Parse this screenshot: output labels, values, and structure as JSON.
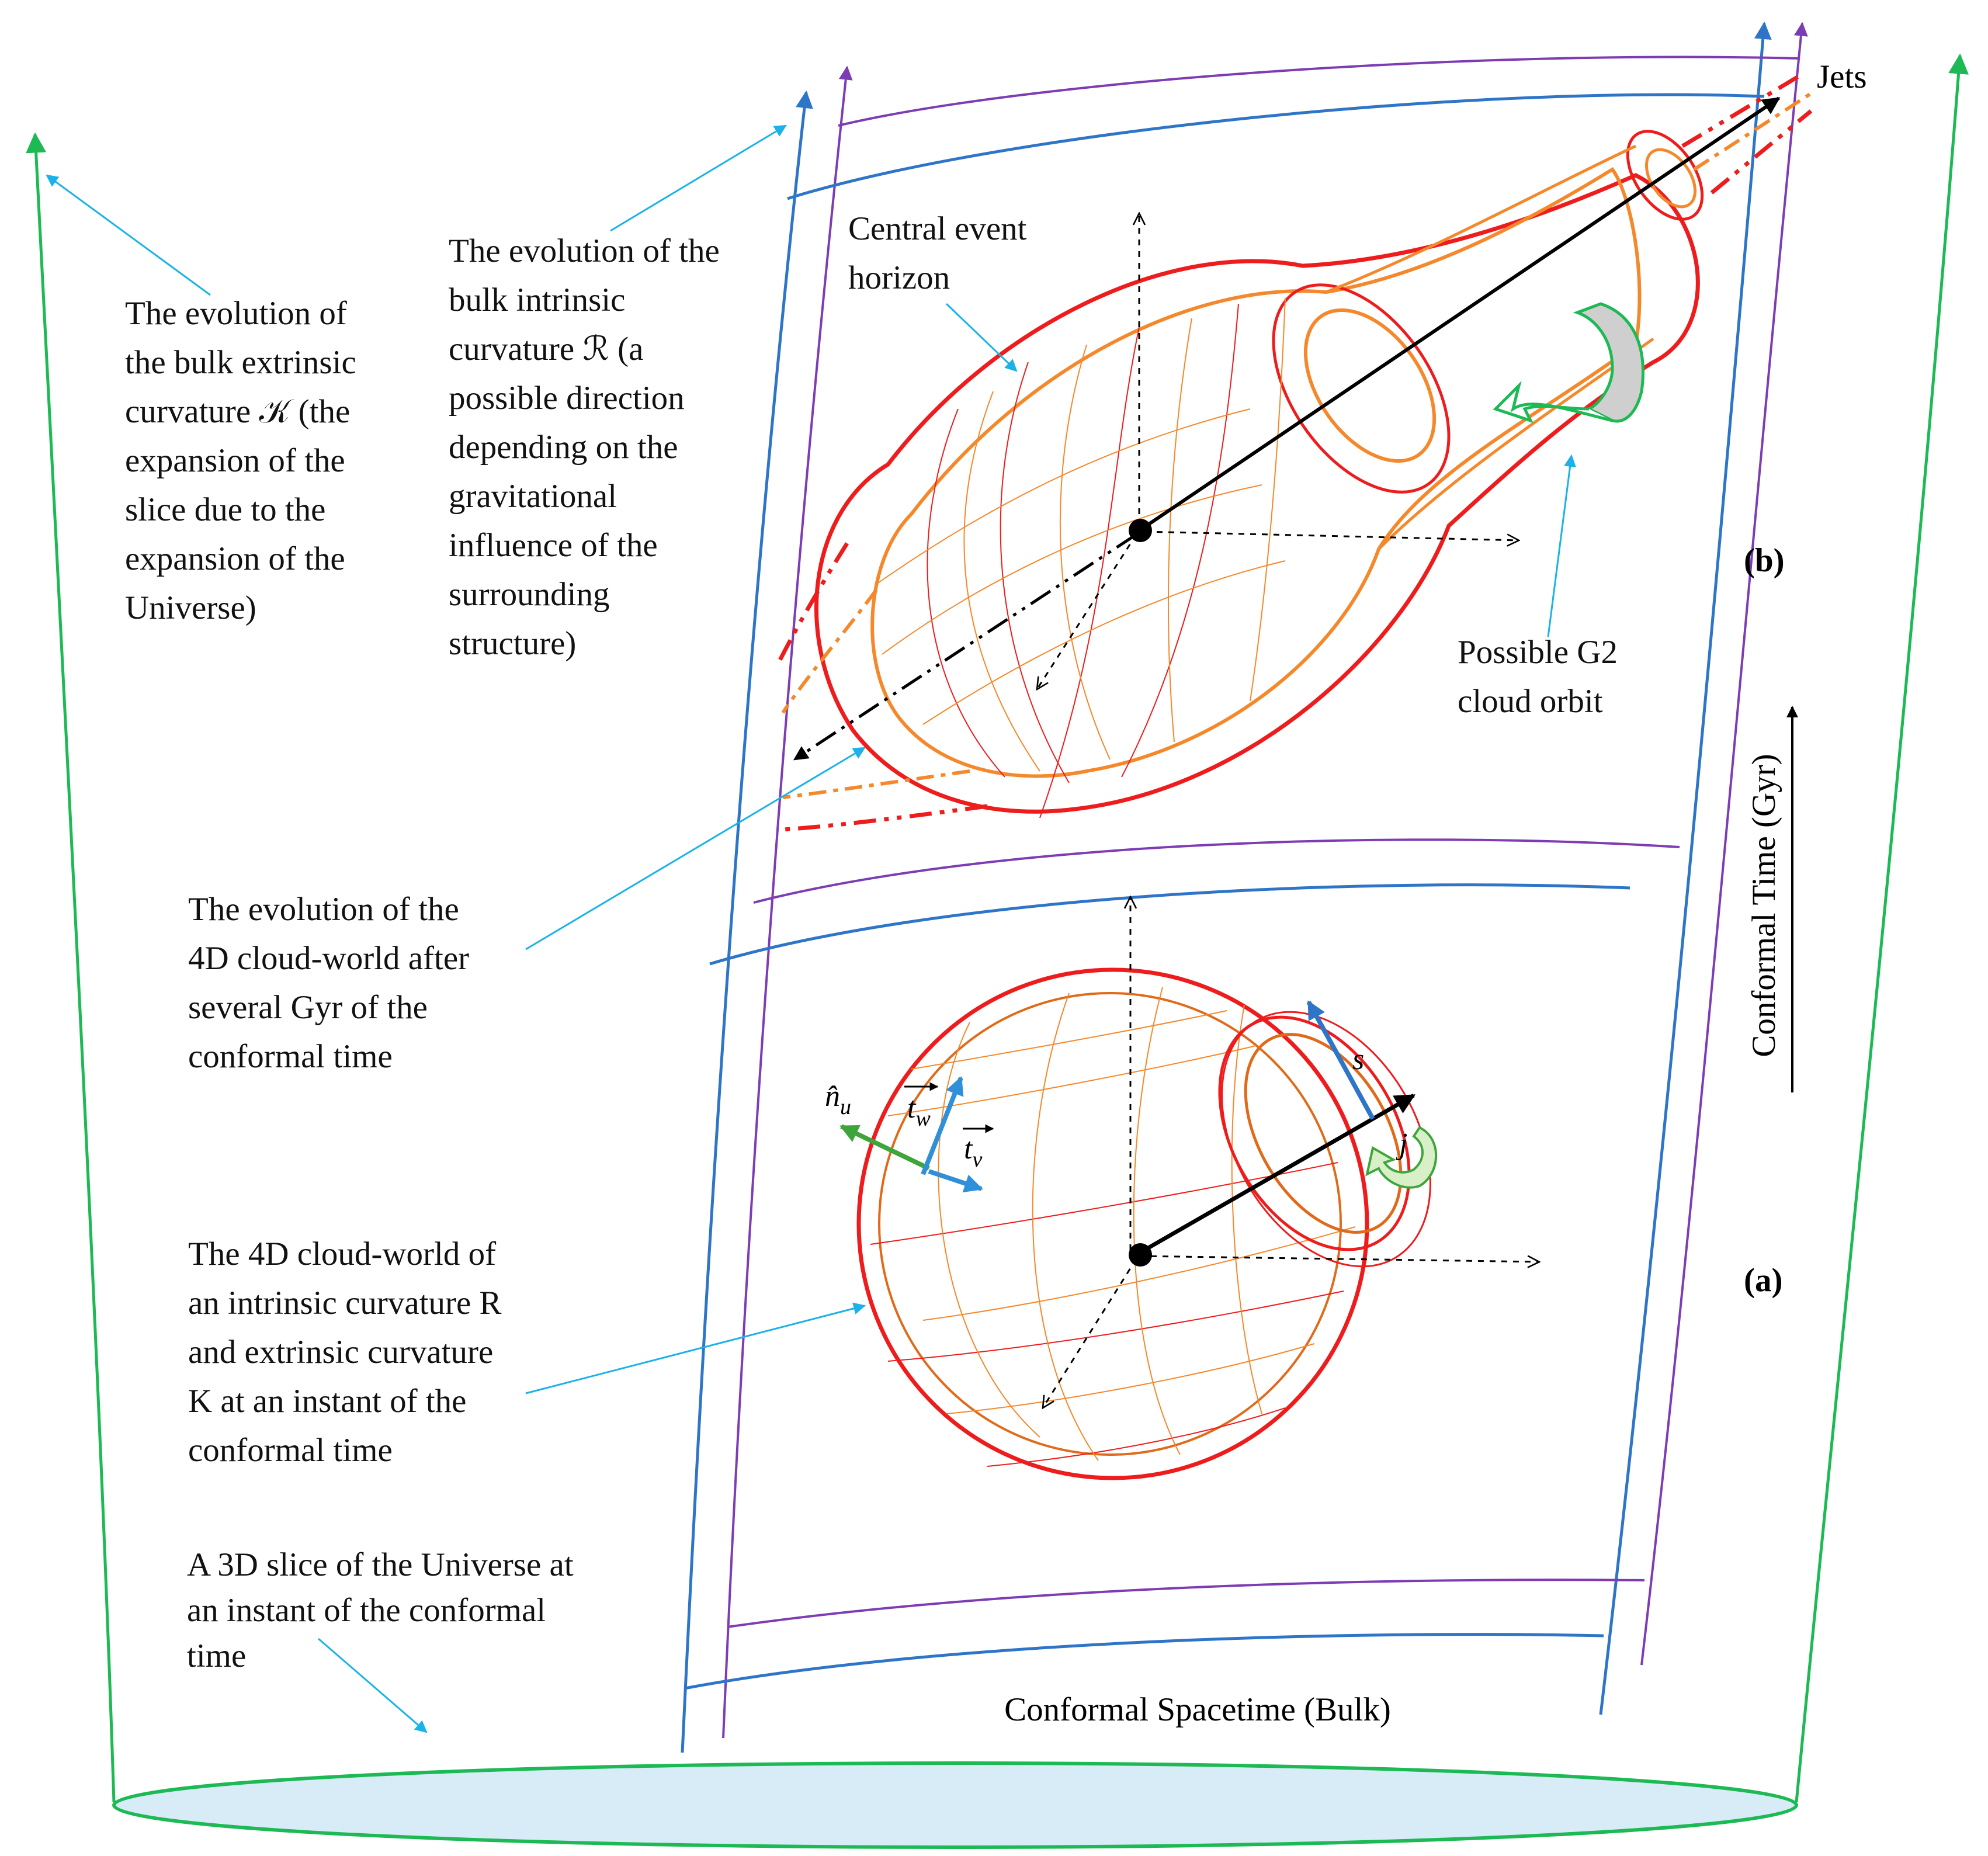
{
  "labels": {
    "extrinsic_evolution": [
      "The evolution of",
      "the bulk extrinsic",
      "curvature 𝒦 (the",
      "expansion of the",
      "slice due to the",
      "expansion of the",
      "Universe)"
    ],
    "intrinsic_evolution": [
      "The evolution of the",
      "bulk intrinsic",
      "curvature ℛ (a",
      "possible direction",
      "depending on the",
      "gravitational",
      "influence of the",
      "surrounding",
      "structure)"
    ],
    "central_horizon": [
      "Central event",
      "horizon"
    ],
    "jets": "Jets",
    "panel_b": "(b)",
    "panel_a": "(a)",
    "g2_orbit": [
      "Possible G2",
      "cloud orbit"
    ],
    "time_axis": "Conformal Time (Gyr)",
    "cloud_world_evolution": [
      "The evolution of the",
      "4D cloud-world after",
      "several Gyr of the",
      "conformal time"
    ],
    "cloud_world": [
      "The 4D cloud-world of",
      "an intrinsic curvature R",
      "and extrinsic curvature",
      "K at an instant of the",
      "conformal time"
    ],
    "slice": [
      "A 3D slice of the Universe at",
      "an instant of the conformal",
      "time"
    ],
    "bulk": "Conformal Spacetime (Bulk)",
    "vectors": {
      "n": "n̂",
      "n_sub": "u",
      "tw": "t",
      "tw_sub": "w",
      "tv": "t",
      "tv_sub": "v",
      "s": "s",
      "j": "j"
    }
  },
  "colors": {
    "bulk_green": "#1db954",
    "slice_blue": "#2e75c8",
    "slice_purple": "#7e3cb4",
    "horizon_red": "#ee1c1c",
    "cloud_orange": "#f5882b",
    "pointer_cyan": "#1ab2e8",
    "floor_fill": "#d7ecf7"
  }
}
